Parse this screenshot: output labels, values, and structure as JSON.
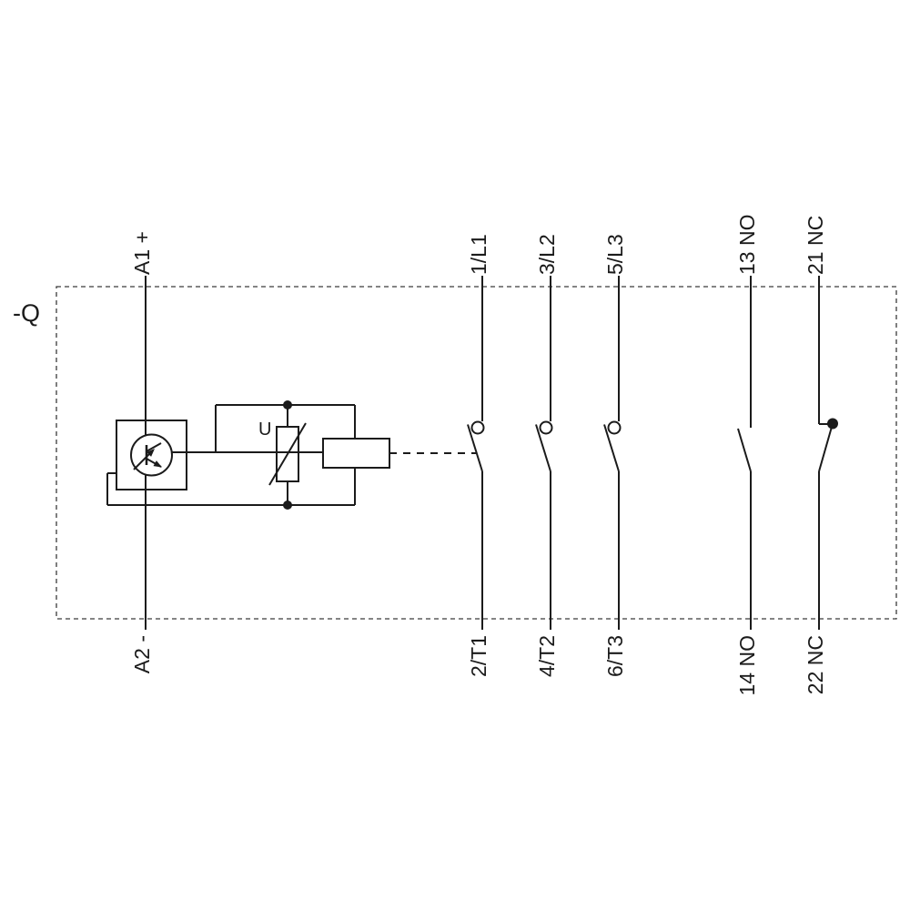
{
  "diagram": {
    "type": "contactor-wiring-schematic",
    "device_label": "-Q",
    "coil_section": {
      "top_terminal": "A1 +",
      "bottom_terminal": "A2 -",
      "varistor_label": "U"
    },
    "main_poles": [
      {
        "top_terminal": "1/L1",
        "bottom_terminal": "2/T1"
      },
      {
        "top_terminal": "3/L2",
        "bottom_terminal": "4/T2"
      },
      {
        "top_terminal": "5/L3",
        "bottom_terminal": "6/T3"
      }
    ],
    "aux_contacts": [
      {
        "kind": "NO",
        "top_terminal": "13 NO",
        "bottom_terminal": "14 NO"
      },
      {
        "kind": "NC",
        "top_terminal": "21 NC",
        "bottom_terminal": "22 NC"
      }
    ],
    "colors": {
      "line": "#1b1b1b",
      "boundary": "#3a3a3a",
      "background": "#ffffff"
    }
  }
}
